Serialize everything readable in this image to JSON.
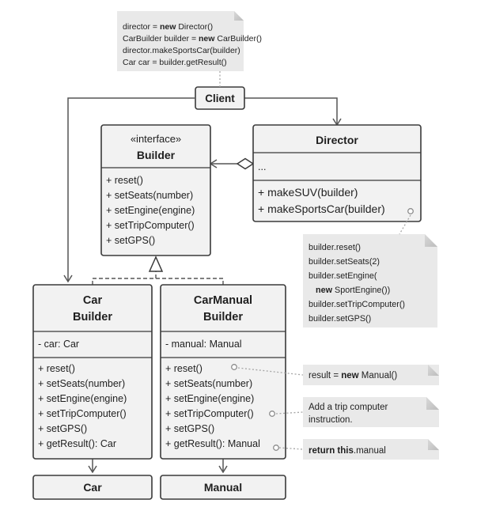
{
  "notes": {
    "client_code": {
      "lines": [
        [
          {
            "t": "director = "
          },
          {
            "t": "new",
            "b": true
          },
          {
            "t": " Director()"
          }
        ],
        [
          {
            "t": "CarBuilder builder = "
          },
          {
            "t": "new",
            "b": true
          },
          {
            "t": " CarBuilder()"
          }
        ],
        [
          {
            "t": "director.makeSportsCar(builder)"
          }
        ],
        [
          {
            "t": "Car car = builder.getResult()"
          }
        ]
      ]
    },
    "director_code": {
      "lines": [
        [
          {
            "t": "builder.reset()"
          }
        ],
        [
          {
            "t": "builder.setSeats(2)"
          }
        ],
        [
          {
            "t": "builder.setEngine("
          }
        ],
        [
          {
            "t": "   "
          },
          {
            "t": "new",
            "b": true
          },
          {
            "t": " SportEngine())"
          }
        ],
        [
          {
            "t": "builder.setTripComputer()"
          }
        ],
        [
          {
            "t": "builder.setGPS()"
          }
        ]
      ]
    },
    "reset_note": {
      "lines": [
        [
          {
            "t": "result = "
          },
          {
            "t": "new",
            "b": true
          },
          {
            "t": " Manual()"
          }
        ]
      ]
    },
    "trip_note": {
      "lines": [
        [
          {
            "t": "Add a trip computer"
          }
        ],
        [
          {
            "t": "instruction."
          }
        ]
      ]
    },
    "return_note": {
      "lines": [
        [
          {
            "t": "return this",
            "b": true
          },
          {
            "t": ".manual"
          }
        ]
      ]
    }
  },
  "classes": {
    "client": {
      "title": "Client"
    },
    "builder": {
      "stereotype": "«interface»",
      "title": "Builder",
      "methods": [
        "+ reset()",
        "+ setSeats(number)",
        "+ setEngine(engine)",
        "+ setTripComputer()",
        "+ setGPS()"
      ]
    },
    "director": {
      "title": "Director",
      "fields": [
        "..."
      ],
      "methods": [
        "+ makeSUV(builder)",
        "+ makeSportsCar(builder)"
      ]
    },
    "car_builder": {
      "title_lines": [
        "Car",
        "Builder"
      ],
      "fields": [
        "- car: Car"
      ],
      "methods": [
        "+ reset()",
        "+ setSeats(number)",
        "+ setEngine(engine)",
        "+ setTripComputer()",
        "+ setGPS()",
        "+ getResult(): Car"
      ]
    },
    "car_manual_builder": {
      "title_lines": [
        "CarManual",
        "Builder"
      ],
      "fields": [
        "- manual: Manual"
      ],
      "methods": [
        "+ reset()",
        "+ setSeats(number)",
        "+ setEngine(engine)",
        "+ setTripComputer()",
        "+ setGPS()",
        "+ getResult(): Manual"
      ]
    },
    "car": {
      "title": "Car"
    },
    "manual": {
      "title": "Manual"
    }
  },
  "colors": {
    "box_fill": "#f2f2f2",
    "box_stroke": "#3a3a3a",
    "note_fill": "#e9e9e9",
    "note_fold": "#cfcfcf",
    "text": "#1f1f1f",
    "connector": "#555555",
    "dotted": "#a6a6a6",
    "background": "#ffffff"
  }
}
